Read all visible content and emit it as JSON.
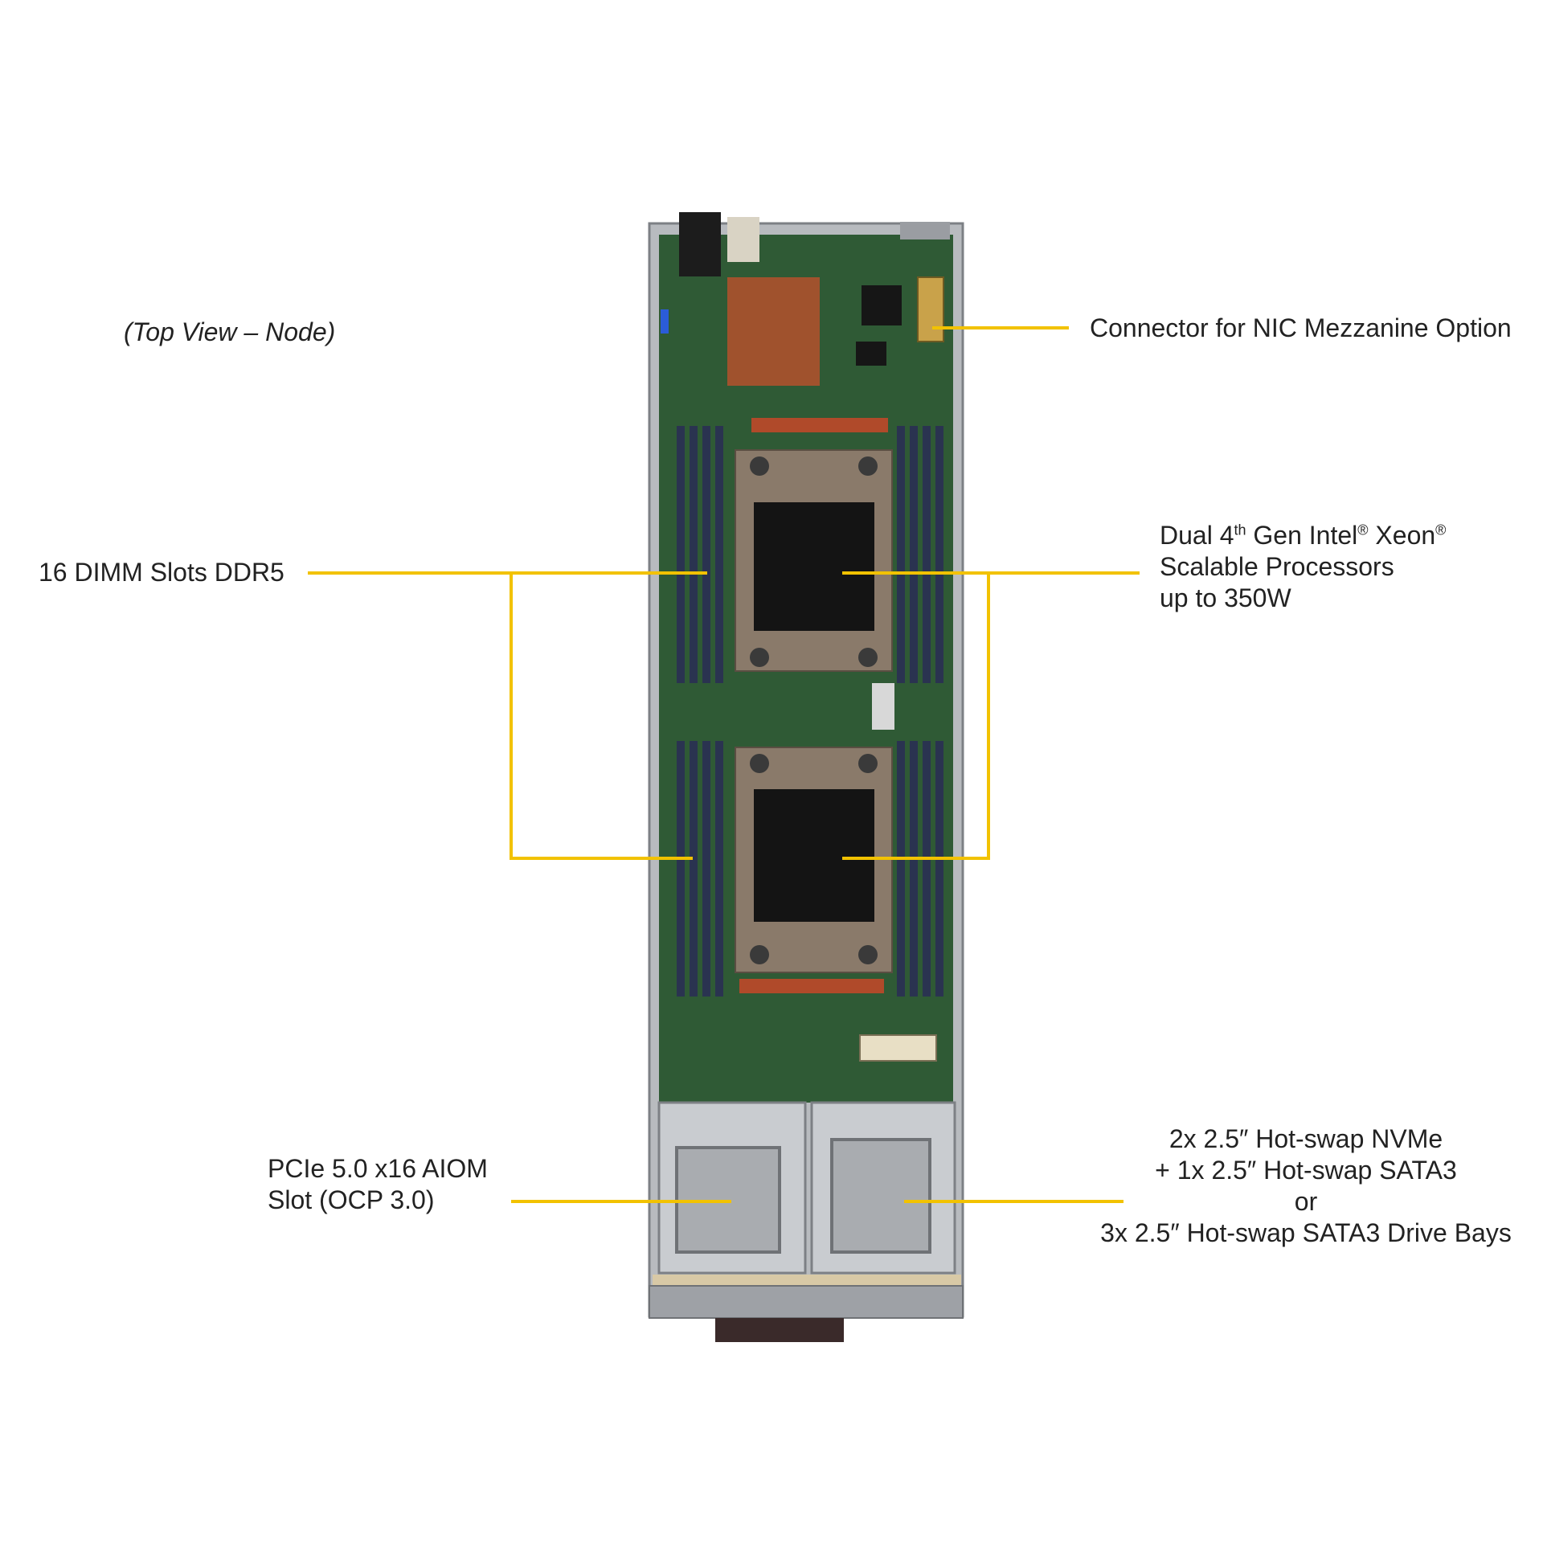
{
  "caption": "(Top View – Node)",
  "labels": {
    "nic": "Connector for NIC Mezzanine  Option",
    "dimm": "16 DIMM  Slots DDR5",
    "cpu_line1_pre": "Dual 4",
    "cpu_line1_sup1": "th",
    "cpu_line1_mid": " Gen Intel",
    "cpu_line1_sup2": "®",
    "cpu_line1_post": "  Xeon",
    "cpu_line1_sup3": "®",
    "cpu_line2": "Scalable Processors",
    "cpu_line3": "up to 350W",
    "aiom_line1": "PCIe 5.0 x16 AIOM",
    "aiom_line2": "Slot (OCP 3.0)",
    "drive_line1": "2x 2.5″ Hot-swap NVMe",
    "drive_line2": "+ 1x 2.5″ Hot-swap  SATA3",
    "drive_line3": "or",
    "drive_line4": "3x 2.5″ Hot-swap SATA3 Drive Bays"
  },
  "colors": {
    "callout": "#f2c200",
    "pcb": "#2f5a35",
    "dimm": "#2a3350",
    "heatsink": "#8a7a6a",
    "chassis": "#b8bbbf",
    "copper": "#a0522d"
  }
}
